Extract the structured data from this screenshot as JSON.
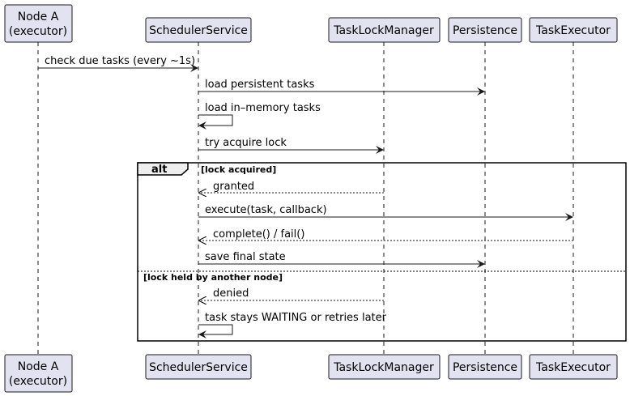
{
  "participants": [
    {
      "id": "nodeA",
      "lines": [
        "Node A",
        "(executor)"
      ]
    },
    {
      "id": "scheduler",
      "lines": [
        "SchedulerService"
      ]
    },
    {
      "id": "locks",
      "lines": [
        "TaskLockManager"
      ]
    },
    {
      "id": "persistence",
      "lines": [
        "Persistence"
      ]
    },
    {
      "id": "executor",
      "lines": [
        "TaskExecutor"
      ]
    }
  ],
  "messages": [
    {
      "from": "nodeA",
      "to": "scheduler",
      "label": "check due tasks (every ~1s)",
      "style": "solid"
    },
    {
      "from": "scheduler",
      "to": "persistence",
      "label": "load persistent tasks",
      "style": "solid"
    },
    {
      "from": "scheduler",
      "to": "scheduler",
      "label": "load in–memory tasks",
      "style": "solid"
    },
    {
      "from": "scheduler",
      "to": "locks",
      "label": "try acquire lock",
      "style": "solid"
    },
    {
      "from": "locks",
      "to": "scheduler",
      "label": "granted",
      "style": "dashed"
    },
    {
      "from": "scheduler",
      "to": "executor",
      "label": "execute(task, callback)",
      "style": "solid"
    },
    {
      "from": "executor",
      "to": "scheduler",
      "label": "complete() / fail()",
      "style": "dashed"
    },
    {
      "from": "scheduler",
      "to": "persistence",
      "label": "save final state",
      "style": "solid"
    },
    {
      "from": "locks",
      "to": "scheduler",
      "label": "denied",
      "style": "dashed"
    },
    {
      "from": "scheduler",
      "to": "scheduler",
      "label": "task stays WAITING or retries later",
      "style": "solid"
    }
  ],
  "fragment": {
    "operator": "alt",
    "guards": [
      "[lock acquired]",
      "[lock held by another node]"
    ]
  }
}
